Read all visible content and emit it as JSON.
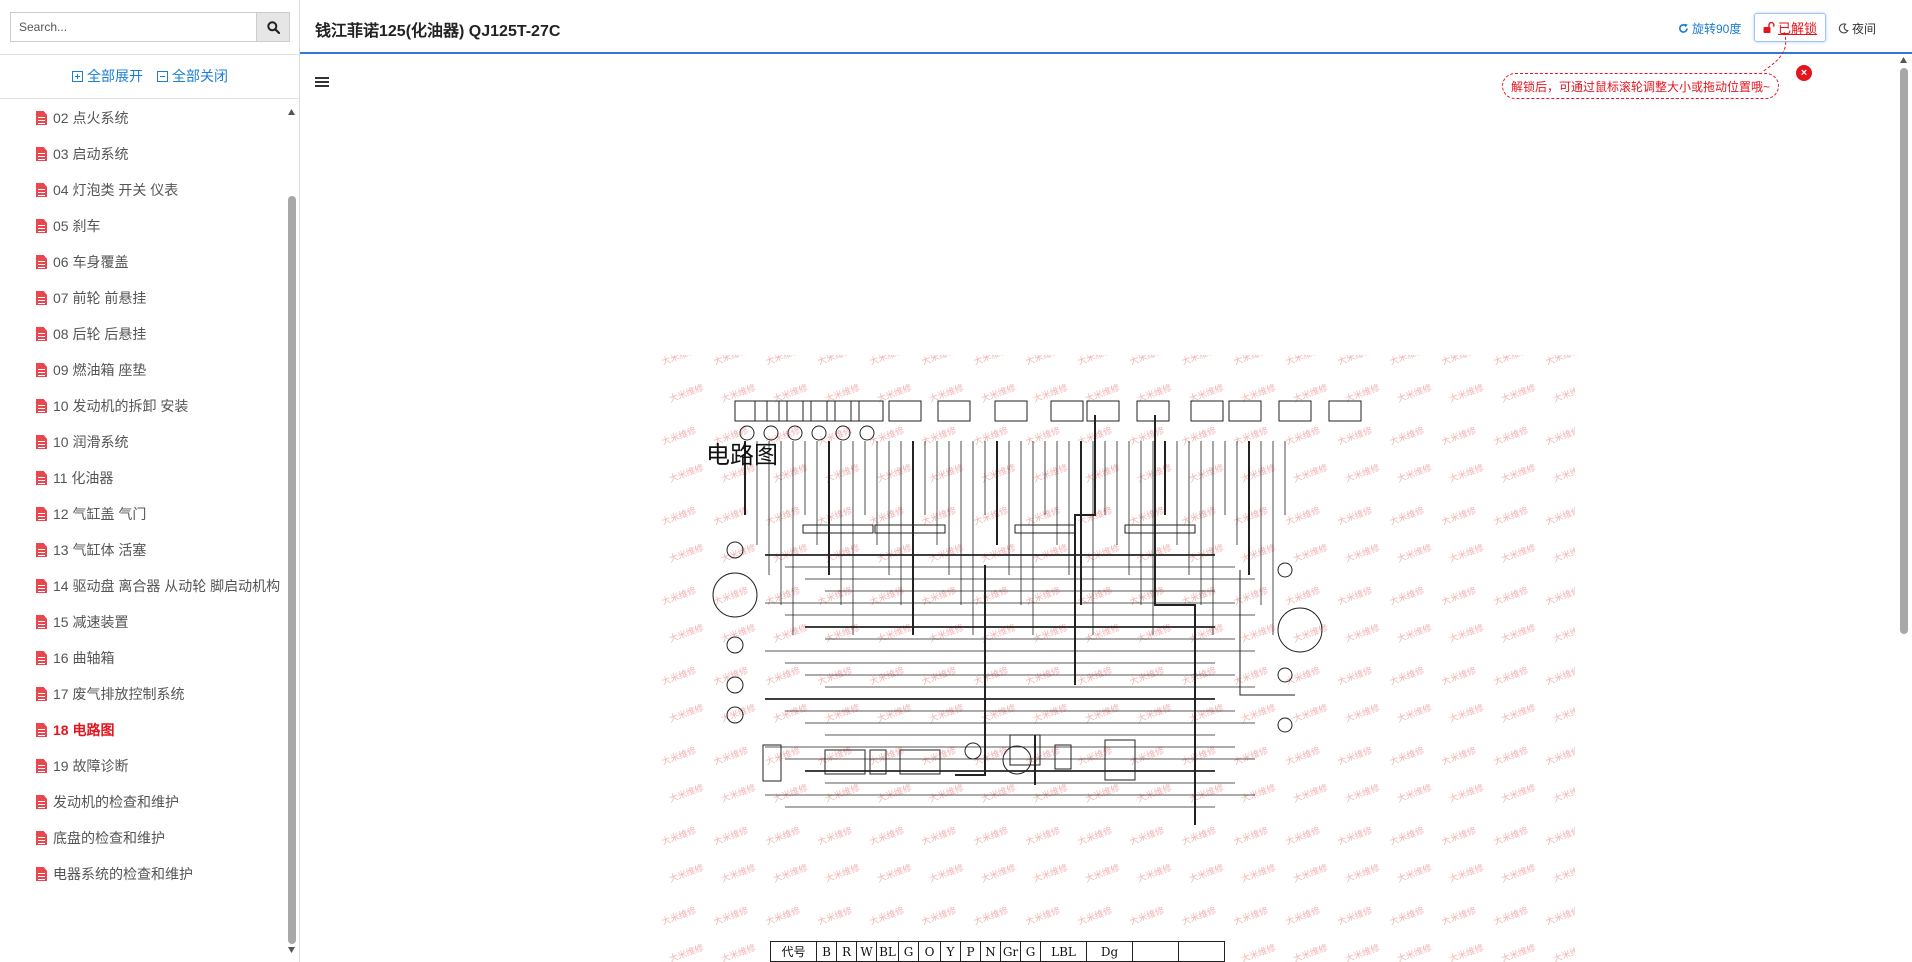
{
  "search": {
    "placeholder": "Search..."
  },
  "tree_actions": {
    "expand_all": "全部展开",
    "collapse_all": "全部关闭"
  },
  "tree": {
    "items": [
      "02 点火系统",
      "03 启动系统",
      "04 灯泡类 开关 仪表",
      "05 刹车",
      "06 车身覆盖",
      "07 前轮 前悬挂",
      "08 后轮 后悬挂",
      "09 燃油箱 座垫",
      "10 发动机的拆卸 安装",
      "10 润滑系统",
      "11 化油器",
      "12 气缸盖 气门",
      "13 气缸体 活塞",
      "14 驱动盘 离合器 从动轮 脚启动机构",
      "15 减速装置",
      "16 曲轴箱",
      "17 废气排放控制系统",
      "18 电路图",
      "19 故障诊断",
      "发动机的检查和维护",
      "底盘的检查和维护",
      "电器系统的检查和维护"
    ],
    "active_item": "18 电路图"
  },
  "header": {
    "title": "钱江菲诺125(化油器) QJ125T-27C",
    "rotate_label": "旋转90度",
    "unlock_label": "已解锁",
    "night_label": "夜间"
  },
  "tip": {
    "text": "解锁后，可通过鼠标滚轮调整大小或拖动位置哦~",
    "close": "×"
  },
  "diagram": {
    "title": "电路图",
    "watermark": "大米维修",
    "code_table_header": "代号",
    "codes": [
      "B",
      "R",
      "W",
      "BL",
      "G",
      "O",
      "Y",
      "P",
      "N",
      "Gr",
      "G",
      "LBL",
      "Dg",
      "",
      ""
    ]
  },
  "icons": {
    "search": "search-icon",
    "doc": "file-text-icon",
    "rotate": "rotate-cw-icon",
    "unlock": "unlock-icon",
    "night": "moon-icon",
    "menu": "list-icon"
  },
  "colors": {
    "accent": "#1a7fd4",
    "active": "#e4151e",
    "doc_icon": "#e8474d",
    "header_border": "#2f7ad6"
  }
}
